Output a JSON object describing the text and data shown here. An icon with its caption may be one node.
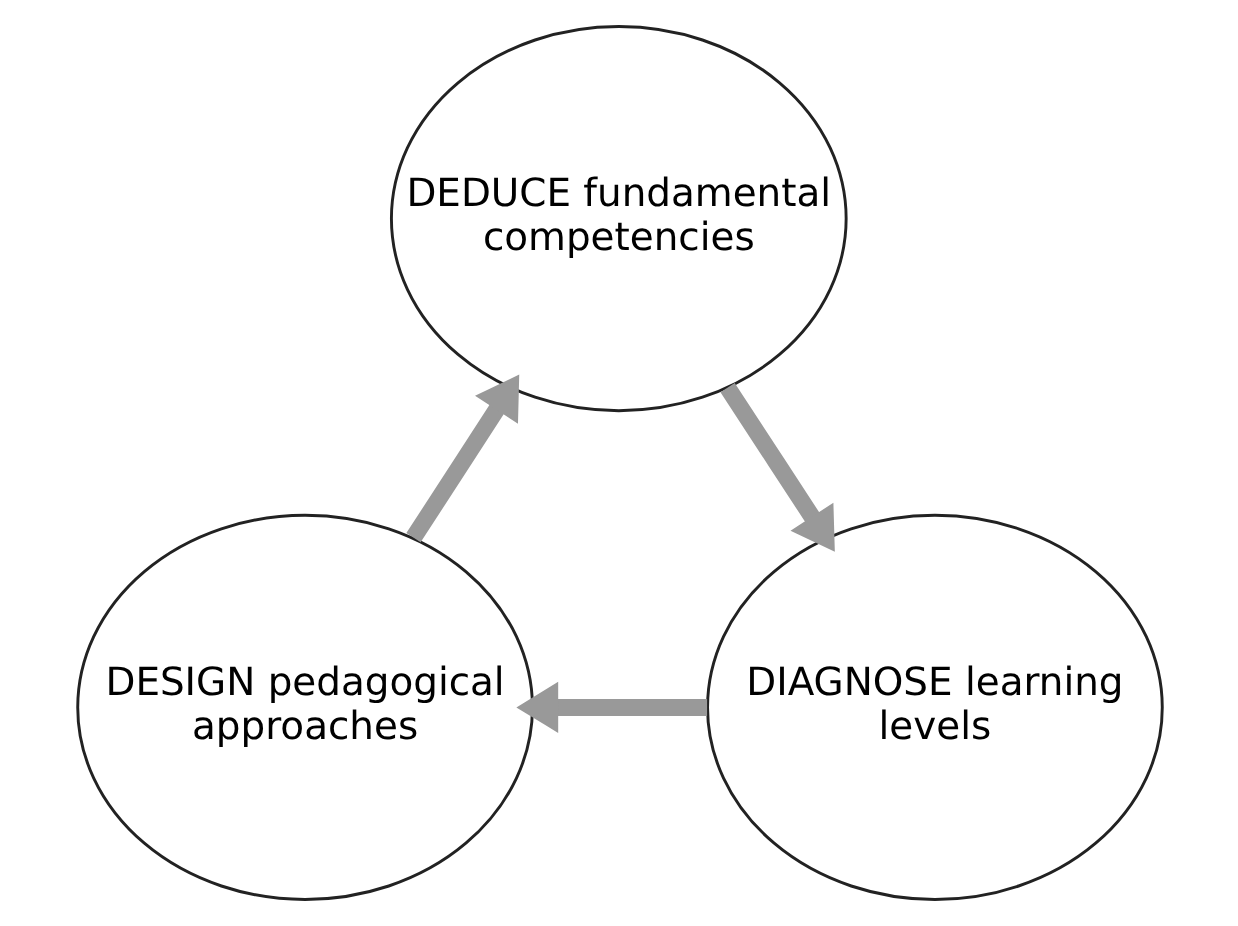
{
  "diagram": {
    "nodes": [
      {
        "text": [
          "DEDUCE fundamental competencies"
        ]
      },
      {
        "text": [
          "DIAGNOSE learning levels"
        ]
      },
      {
        "text": [
          "DESIGN pedagogical approaches"
        ]
      }
    ],
    "edges": [
      {
        "from": 0,
        "to": 1,
        "arrow": "to"
      },
      {
        "from": 1,
        "to": 2,
        "arrow": "to"
      },
      {
        "from": 2,
        "to": 0,
        "arrow": "to"
      }
    ]
  }
}
